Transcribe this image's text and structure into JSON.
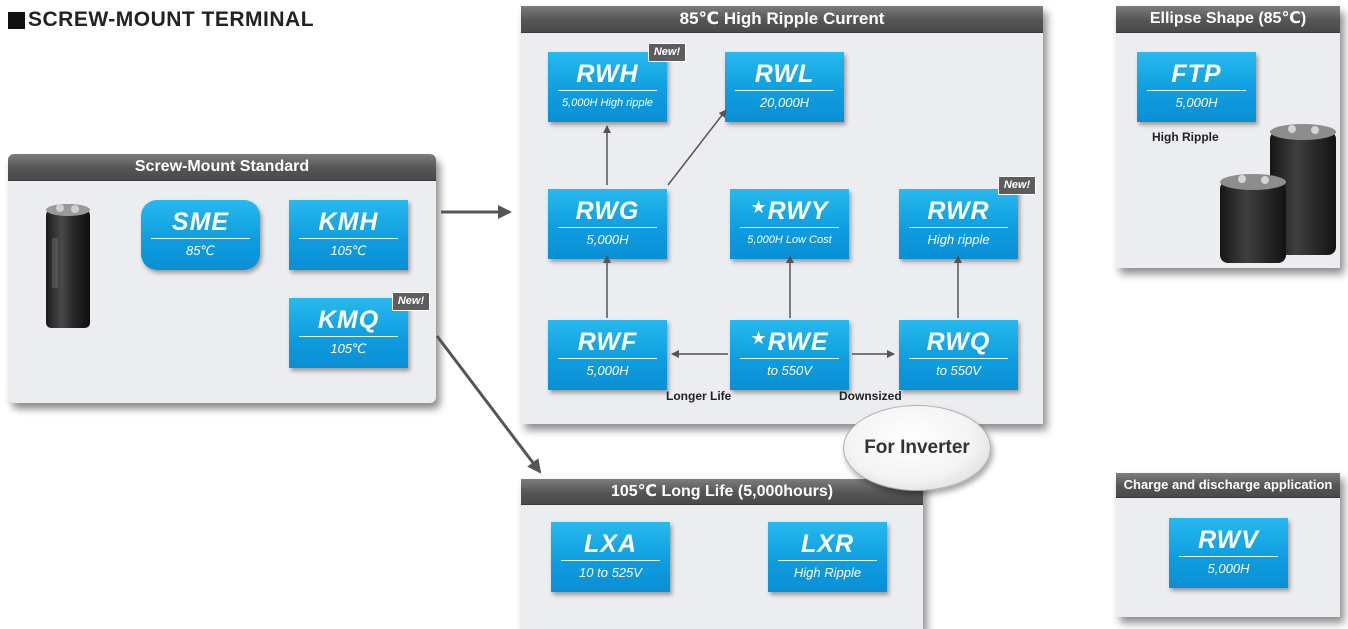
{
  "heading": "SCREW-MOUNT TERMINAL",
  "panels": {
    "standard": {
      "title": "Screw-Mount Standard"
    },
    "high_ripple": {
      "title": "85℃ High Ripple Current"
    },
    "long_life": {
      "title": "105℃ Long Life (5,000hours)"
    },
    "ellipse": {
      "title": "Ellipse Shape (85℃)"
    },
    "charge": {
      "title": "Charge and discharge application"
    }
  },
  "cards": {
    "sme": {
      "name": "SME",
      "sub": "85℃"
    },
    "kmh": {
      "name": "KMH",
      "sub": "105℃"
    },
    "kmq": {
      "name": "KMQ",
      "sub": "105℃"
    },
    "rwh": {
      "name": "RWH",
      "sub": "5,000H High ripple"
    },
    "rwl": {
      "name": "RWL",
      "sub": "20,000H"
    },
    "rwg": {
      "name": "RWG",
      "sub": "5,000H"
    },
    "rwy": {
      "star": "★",
      "name": "RWY",
      "sub": "5,000H Low Cost"
    },
    "rwr": {
      "name": "RWR",
      "sub": "High ripple"
    },
    "rwf": {
      "name": "RWF",
      "sub": "5,000H"
    },
    "rwe": {
      "star": "★",
      "name": "RWE",
      "sub": "to 550V"
    },
    "rwq": {
      "name": "RWQ",
      "sub": "to 550V"
    },
    "lxa": {
      "name": "LXA",
      "sub": "10 to 525V"
    },
    "lxr": {
      "name": "LXR",
      "sub": "High Ripple"
    },
    "ftp": {
      "name": "FTP",
      "sub": "5,000H"
    },
    "rwv": {
      "name": "RWV",
      "sub": "5,000H"
    }
  },
  "badges": {
    "new": "New!"
  },
  "labels": {
    "longer_life": "Longer Life",
    "downsized": "Downsized",
    "high_ripple": "High Ripple",
    "for_inverter": "For Inverter"
  },
  "colors": {
    "card_blue": "#0f9ee0",
    "title_gray": "#555555",
    "panel_bg": "#ecedf0"
  }
}
